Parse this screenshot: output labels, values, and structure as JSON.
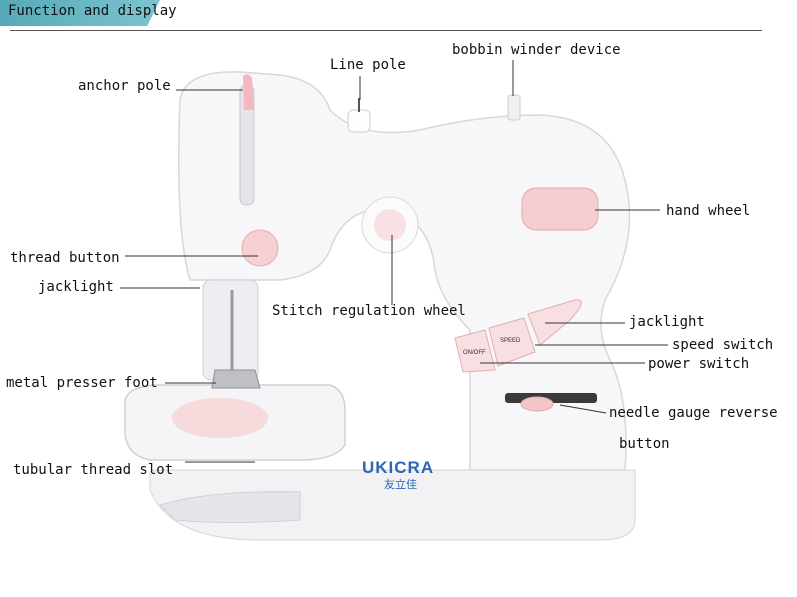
{
  "header": {
    "title": "Function and display"
  },
  "colors": {
    "header_bar": "#6ab7c4",
    "accent_pink": "#f2c7c9",
    "logo_blue": "#2b66b8"
  },
  "labels": {
    "line_pole": "Line pole",
    "bobbin_winder": "bobbin winder device",
    "anchor_pole": "anchor pole",
    "hand_wheel": "hand wheel",
    "thread_button": "thread button",
    "jacklight_left": "jacklight",
    "stitch_regulation_wheel": "Stitch regulation wheel",
    "jacklight_right": "jacklight",
    "speed_switch": "speed switch",
    "power_switch": "power switch",
    "metal_presser_foot": "metal presser foot",
    "needle_gauge_reverse": "needle gauge reverse",
    "button": "button",
    "tubular_thread_slot": "tubular thread slot"
  },
  "machine": {
    "brand": "UKICRA",
    "brand_cn": "友立佳",
    "btn_onoff": "ON/OFF",
    "btn_speed": "SPEED"
  }
}
